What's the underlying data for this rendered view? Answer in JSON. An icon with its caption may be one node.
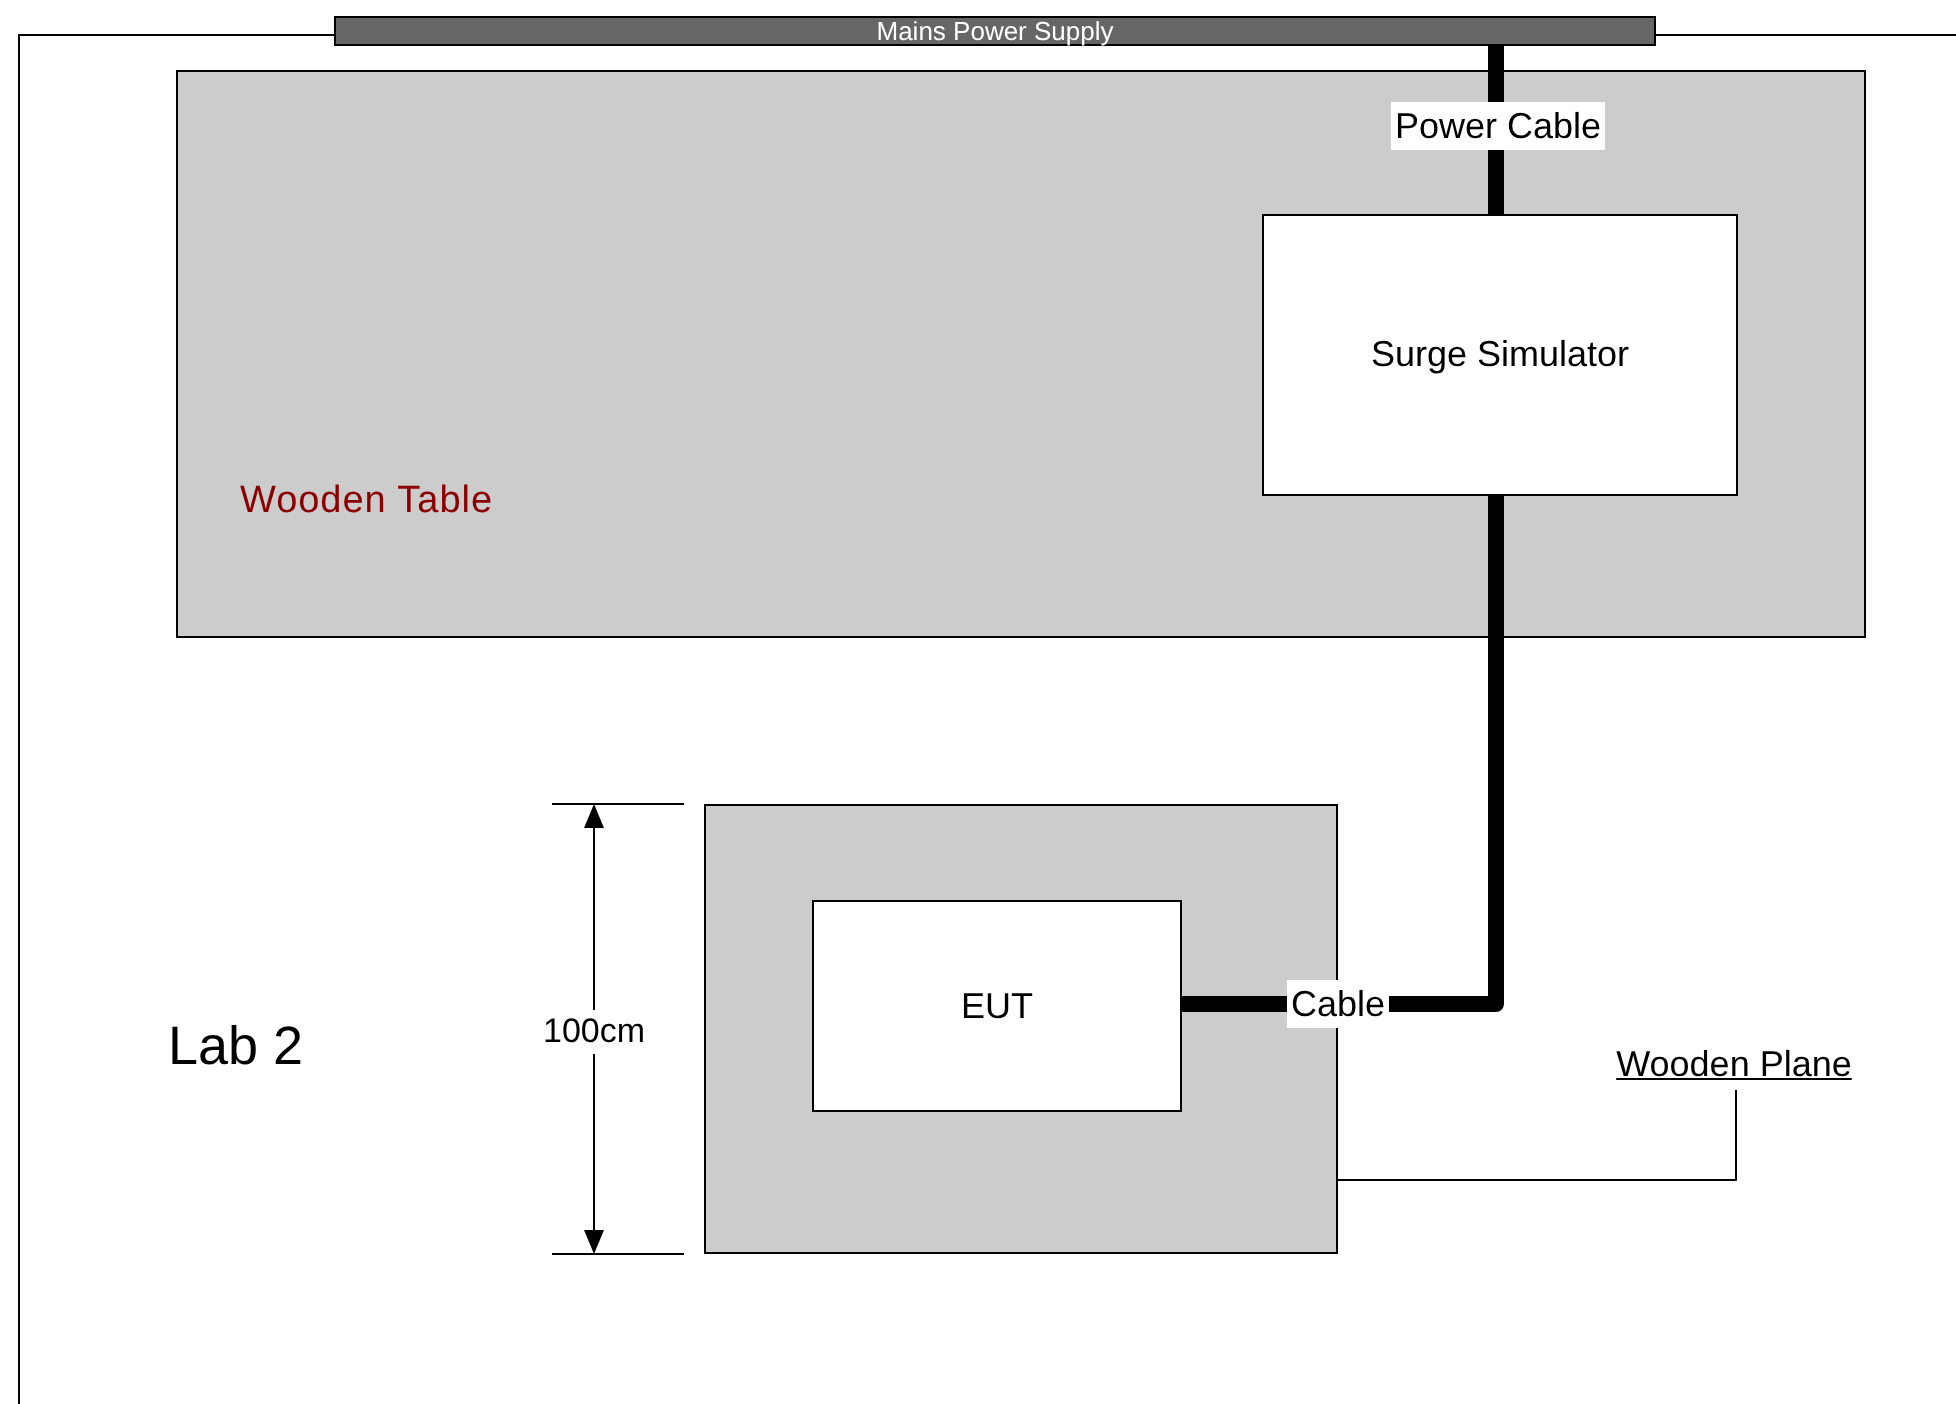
{
  "diagram": {
    "nodes": [
      {
        "text": [
          "Mains Power Supply"
        ]
      },
      {
        "text": [
          "Wooden Table"
        ]
      },
      {
        "text": [
          "Surge Simulator"
        ],
        "in": 1
      },
      {
        "text": [],
        "shape": "box"
      },
      {
        "text": [
          "EUT"
        ],
        "in": 3
      },
      {
        "text": [
          "Wooden Plane"
        ]
      }
    ],
    "edges": [
      {
        "from": 0,
        "to": 2,
        "arrow": "none",
        "label": "Power Cable"
      },
      {
        "from": 2,
        "to": 4,
        "arrow": "none",
        "label": "Cable"
      },
      {
        "from": 5,
        "to": 3,
        "arrow": "none"
      }
    ],
    "labels": [
      "Lab 2",
      "100cm"
    ]
  }
}
